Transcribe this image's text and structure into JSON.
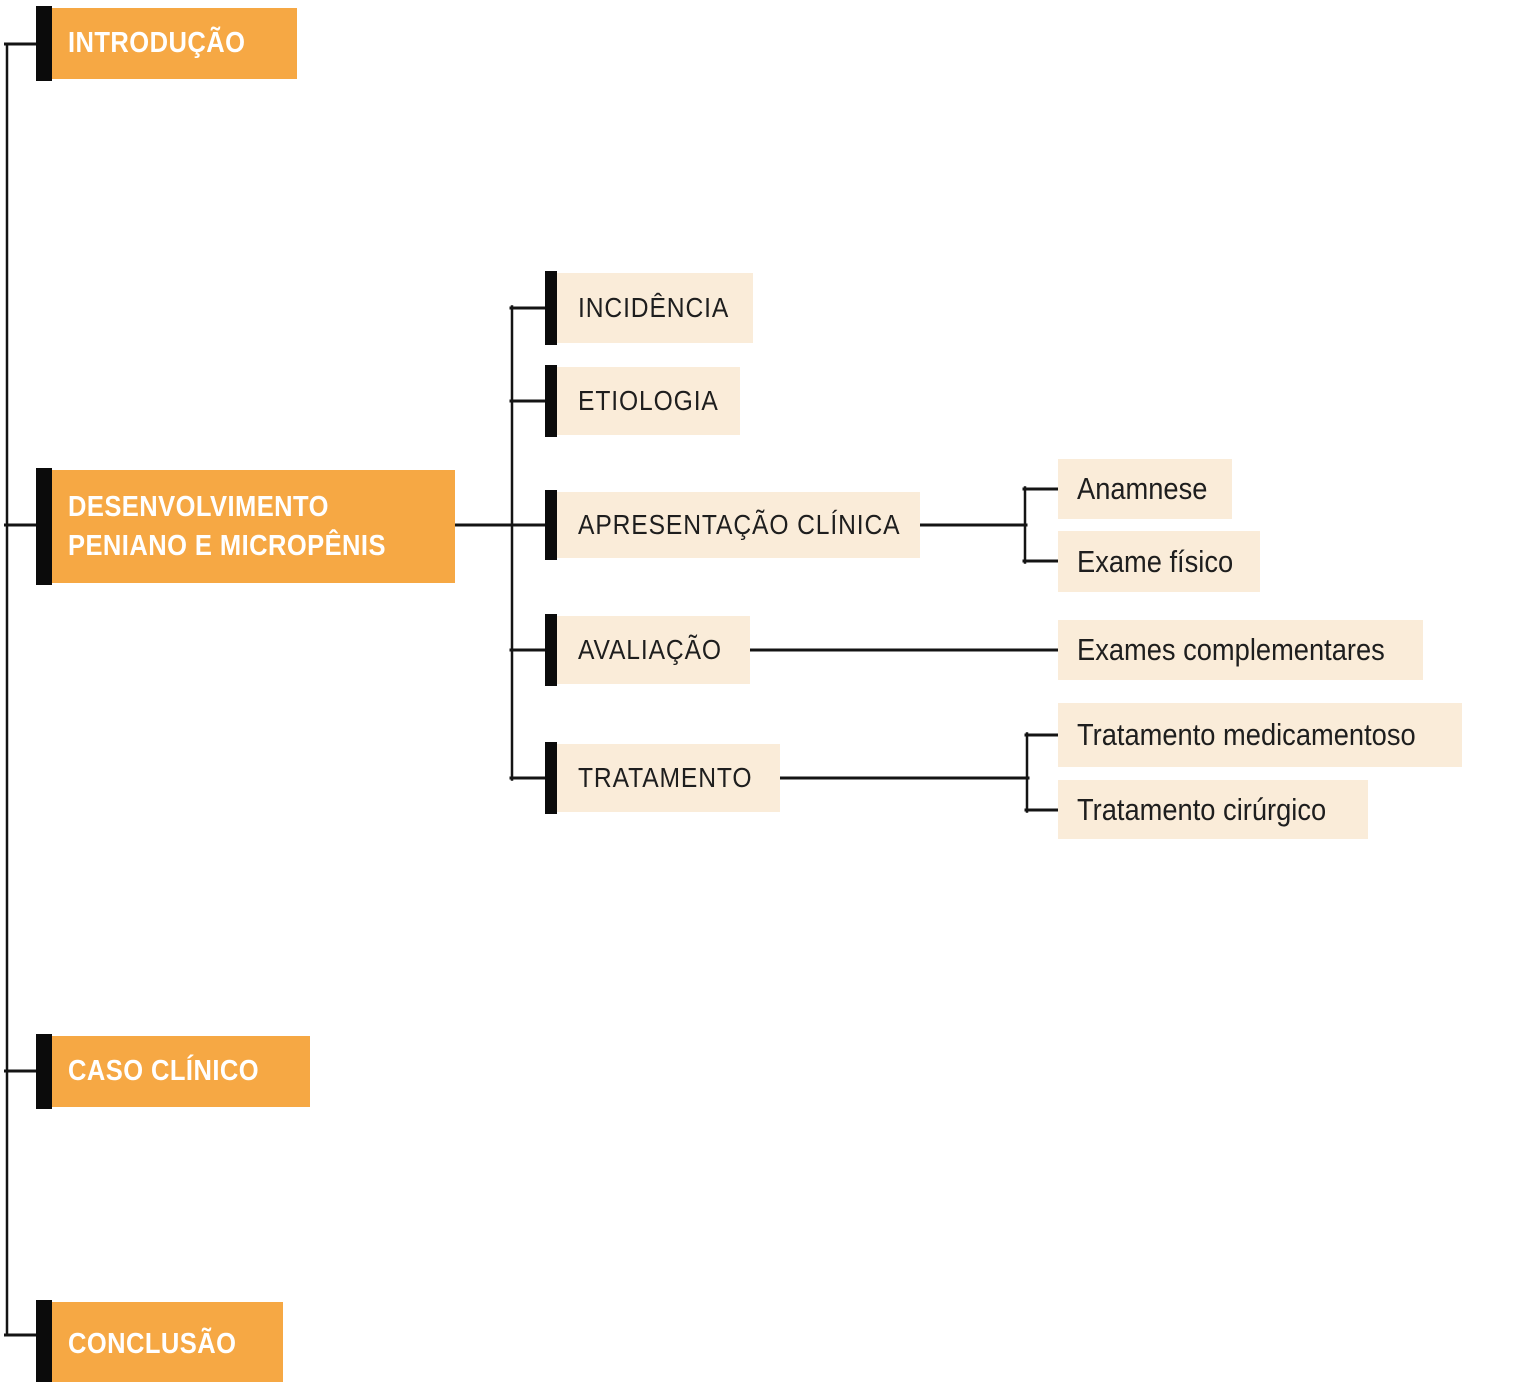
{
  "palette": {
    "bg": "#ffffff",
    "orange": "#F6A844",
    "cream": "#FAECD9",
    "bar": "#0b0b0b",
    "line": "#141414",
    "text-light": "#ffffff",
    "text-dark": "#1e1e1e"
  },
  "tree": {
    "sections": [
      {
        "label": "INTRODUÇÃO"
      },
      {
        "label": "DESENVOLVIMENTO PENIANO E MICROPÊNIS",
        "children": [
          {
            "label": "INCIDÊNCIA"
          },
          {
            "label": "ETIOLOGIA"
          },
          {
            "label": "APRESENTAÇÃO CLÍNICA",
            "children": [
              {
                "label": "Anamnese"
              },
              {
                "label": "Exame físico"
              }
            ]
          },
          {
            "label": "AVALIAÇÃO",
            "children": [
              {
                "label": "Exames complementares"
              }
            ]
          },
          {
            "label": "TRATAMENTO",
            "children": [
              {
                "label": "Tratamento medicamentoso"
              },
              {
                "label": "Tratamento cirúrgico"
              }
            ]
          }
        ]
      },
      {
        "label": "CASO CLÍNICO"
      },
      {
        "label": "CONCLUSÃO"
      }
    ]
  }
}
